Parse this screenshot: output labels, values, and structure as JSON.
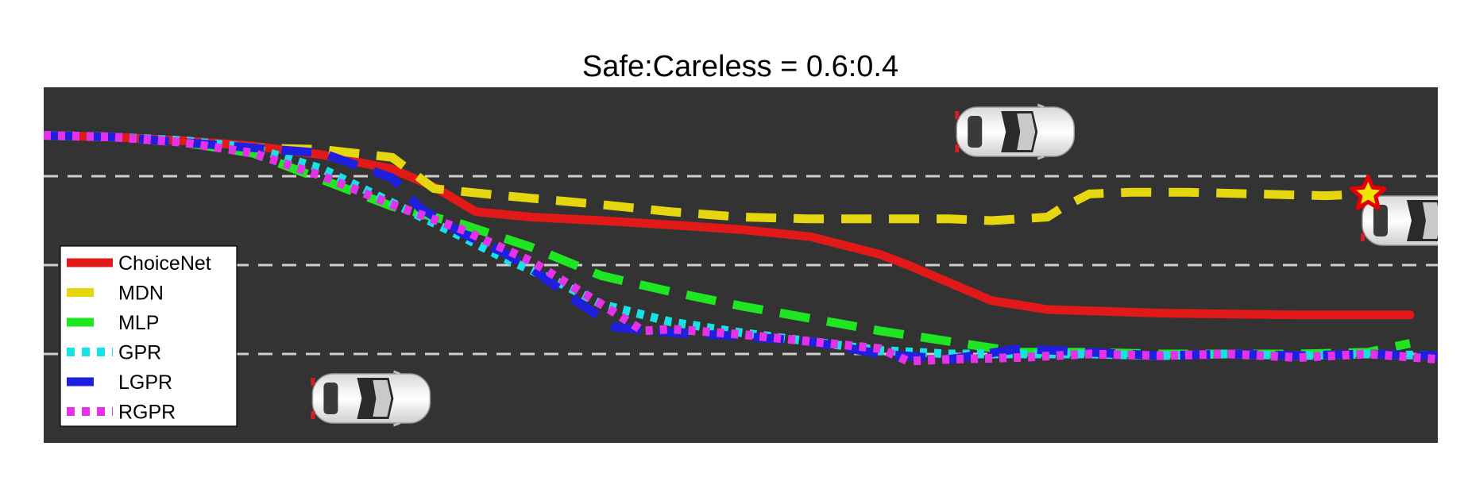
{
  "chart_data": {
    "type": "line",
    "title": "Safe:Careless = 0.6:0.4",
    "xlim": [
      0,
      100
    ],
    "ylim": [
      0,
      100
    ],
    "background_color": "#333333",
    "lane_marking_color": "#cfcfcf",
    "lane_dividers_y": [
      75,
      50,
      25
    ],
    "legend": {
      "position": "bottom-left"
    },
    "series": [
      {
        "name": "ChoiceNet",
        "color": "#e11919",
        "style": "solid",
        "x": [
          0,
          5,
          10,
          15,
          20,
          25,
          28,
          31,
          35,
          40,
          45,
          50,
          55,
          60,
          62,
          65,
          68,
          72,
          80,
          90,
          98
        ],
        "y": [
          86.5,
          86,
          85,
          83.5,
          81,
          77,
          72,
          65,
          63.5,
          62.5,
          61.3,
          60,
          58,
          53,
          50,
          45,
          40,
          37.5,
          36.5,
          36,
          36
        ]
      },
      {
        "name": "MDN",
        "color": "#e6d60f",
        "style": "dashed",
        "x": [
          0,
          5,
          10,
          15,
          20,
          25,
          28,
          33,
          40,
          45,
          50,
          55,
          60,
          65,
          68,
          72,
          73,
          75,
          78,
          82,
          87,
          92,
          95
        ],
        "y": [
          86.5,
          86,
          84.5,
          83,
          82.5,
          80.3,
          71.5,
          69.5,
          67,
          65,
          63.5,
          63,
          63,
          63,
          62.5,
          63.5,
          66,
          70,
          70.5,
          70.5,
          70,
          69.5,
          70
        ]
      },
      {
        "name": "MLP",
        "color": "#1ee621",
        "style": "dashed",
        "x": [
          0,
          5,
          10,
          15,
          20,
          25,
          30,
          35,
          40,
          45,
          50,
          55,
          60,
          65,
          70,
          75,
          80,
          85,
          90,
          95,
          98
        ],
        "y": [
          86.5,
          86,
          84.5,
          81.5,
          74,
          66.5,
          61.5,
          55,
          47,
          42.5,
          38.5,
          35,
          31.5,
          28.5,
          25.5,
          25.5,
          25,
          25,
          25,
          25.5,
          28
        ]
      },
      {
        "name": "GPR",
        "color": "#18e1e6",
        "style": "dotted",
        "x": [
          0,
          5,
          10,
          15,
          20,
          25,
          30,
          33,
          37,
          40,
          45,
          50,
          55,
          60,
          65,
          70,
          75,
          80,
          85,
          90,
          95,
          100
        ],
        "y": [
          86.5,
          86,
          85,
          83,
          77,
          67.5,
          58,
          52,
          45,
          39,
          34,
          31,
          28.5,
          26,
          25,
          25,
          25,
          24.5,
          25,
          24.5,
          25,
          24.5
        ]
      },
      {
        "name": "LGPR",
        "color": "#1f1fe0",
        "style": "dashed",
        "x": [
          0,
          5,
          10,
          15,
          20,
          25,
          27,
          30,
          33,
          35,
          38,
          41,
          45,
          50,
          55,
          60,
          65,
          70,
          75,
          80,
          85,
          90,
          95,
          100
        ],
        "y": [
          86.5,
          86,
          84.5,
          83,
          81.5,
          74.5,
          66,
          59,
          53.5,
          49,
          40.5,
          32.5,
          31,
          30,
          28.5,
          25,
          23.5,
          26.5,
          25.5,
          24.5,
          25,
          24.5,
          25,
          24.5
        ]
      },
      {
        "name": "RGPR",
        "color": "#e632e6",
        "style": "dotted",
        "x": [
          0,
          5,
          10,
          15,
          20,
          25,
          30,
          35,
          40,
          43,
          45,
          50,
          55,
          60,
          62,
          65,
          70,
          75,
          80,
          85,
          90,
          95,
          100
        ],
        "y": [
          86.5,
          86,
          84.5,
          81.5,
          75,
          67,
          60,
          51,
          39,
          31.5,
          32,
          30.5,
          28.5,
          26.5,
          23,
          23.5,
          24,
          25,
          24.5,
          25,
          24,
          25,
          23.5
        ]
      }
    ],
    "markers": [
      {
        "name": "goal-star",
        "x": 95,
        "y": 70,
        "fill": "#f2e600",
        "stroke": "#e50000"
      }
    ],
    "cars": [
      {
        "name": "car-top-center",
        "x": 69.7,
        "y": 87.5
      },
      {
        "name": "car-right-edge",
        "x": 98.8,
        "y": 62.5
      },
      {
        "name": "car-bottom-left",
        "x": 23.5,
        "y": 12.5
      }
    ]
  }
}
